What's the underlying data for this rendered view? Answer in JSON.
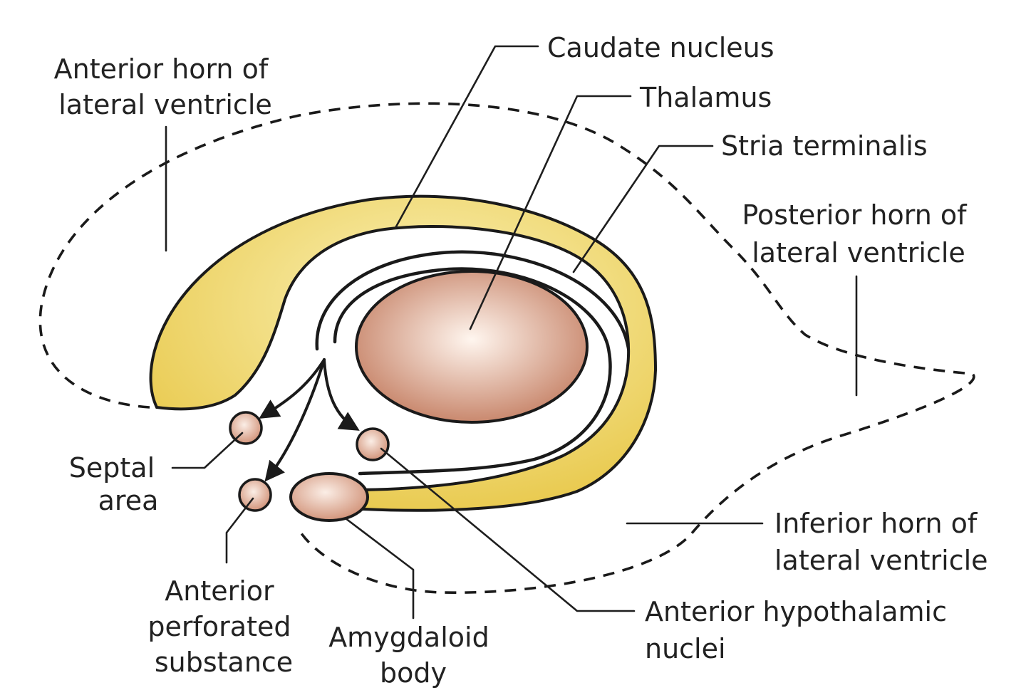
{
  "labels": {
    "caudate_nucleus": "Caudate nucleus",
    "thalamus": "Thalamus",
    "stria_terminalis": "Stria terminalis",
    "anterior_horn": [
      "Anterior horn of",
      "lateral ventricle"
    ],
    "posterior_horn": [
      "Posterior horn of",
      "lateral ventricle"
    ],
    "inferior_horn": [
      "Inferior horn of",
      "lateral ventricle"
    ],
    "septal_area": [
      "Septal",
      "area"
    ],
    "anterior_perforated_substance": [
      "Anterior",
      "perforated",
      "substance"
    ],
    "amygdaloid_body": [
      "Amygdaloid",
      "body"
    ],
    "anterior_hypothalamic_nuclei": [
      "Anterior hypothalamic",
      "nuclei"
    ]
  },
  "colors": {
    "caudate_fill": "#e8c84a",
    "caudate_highlight": "#fbf2b8",
    "thalamus_fill": "#c47e62",
    "thalamus_highlight": "#fff6ef",
    "nucleus_fill": "#cf8d72",
    "outline": "#1a1a1a",
    "text": "#222222"
  }
}
